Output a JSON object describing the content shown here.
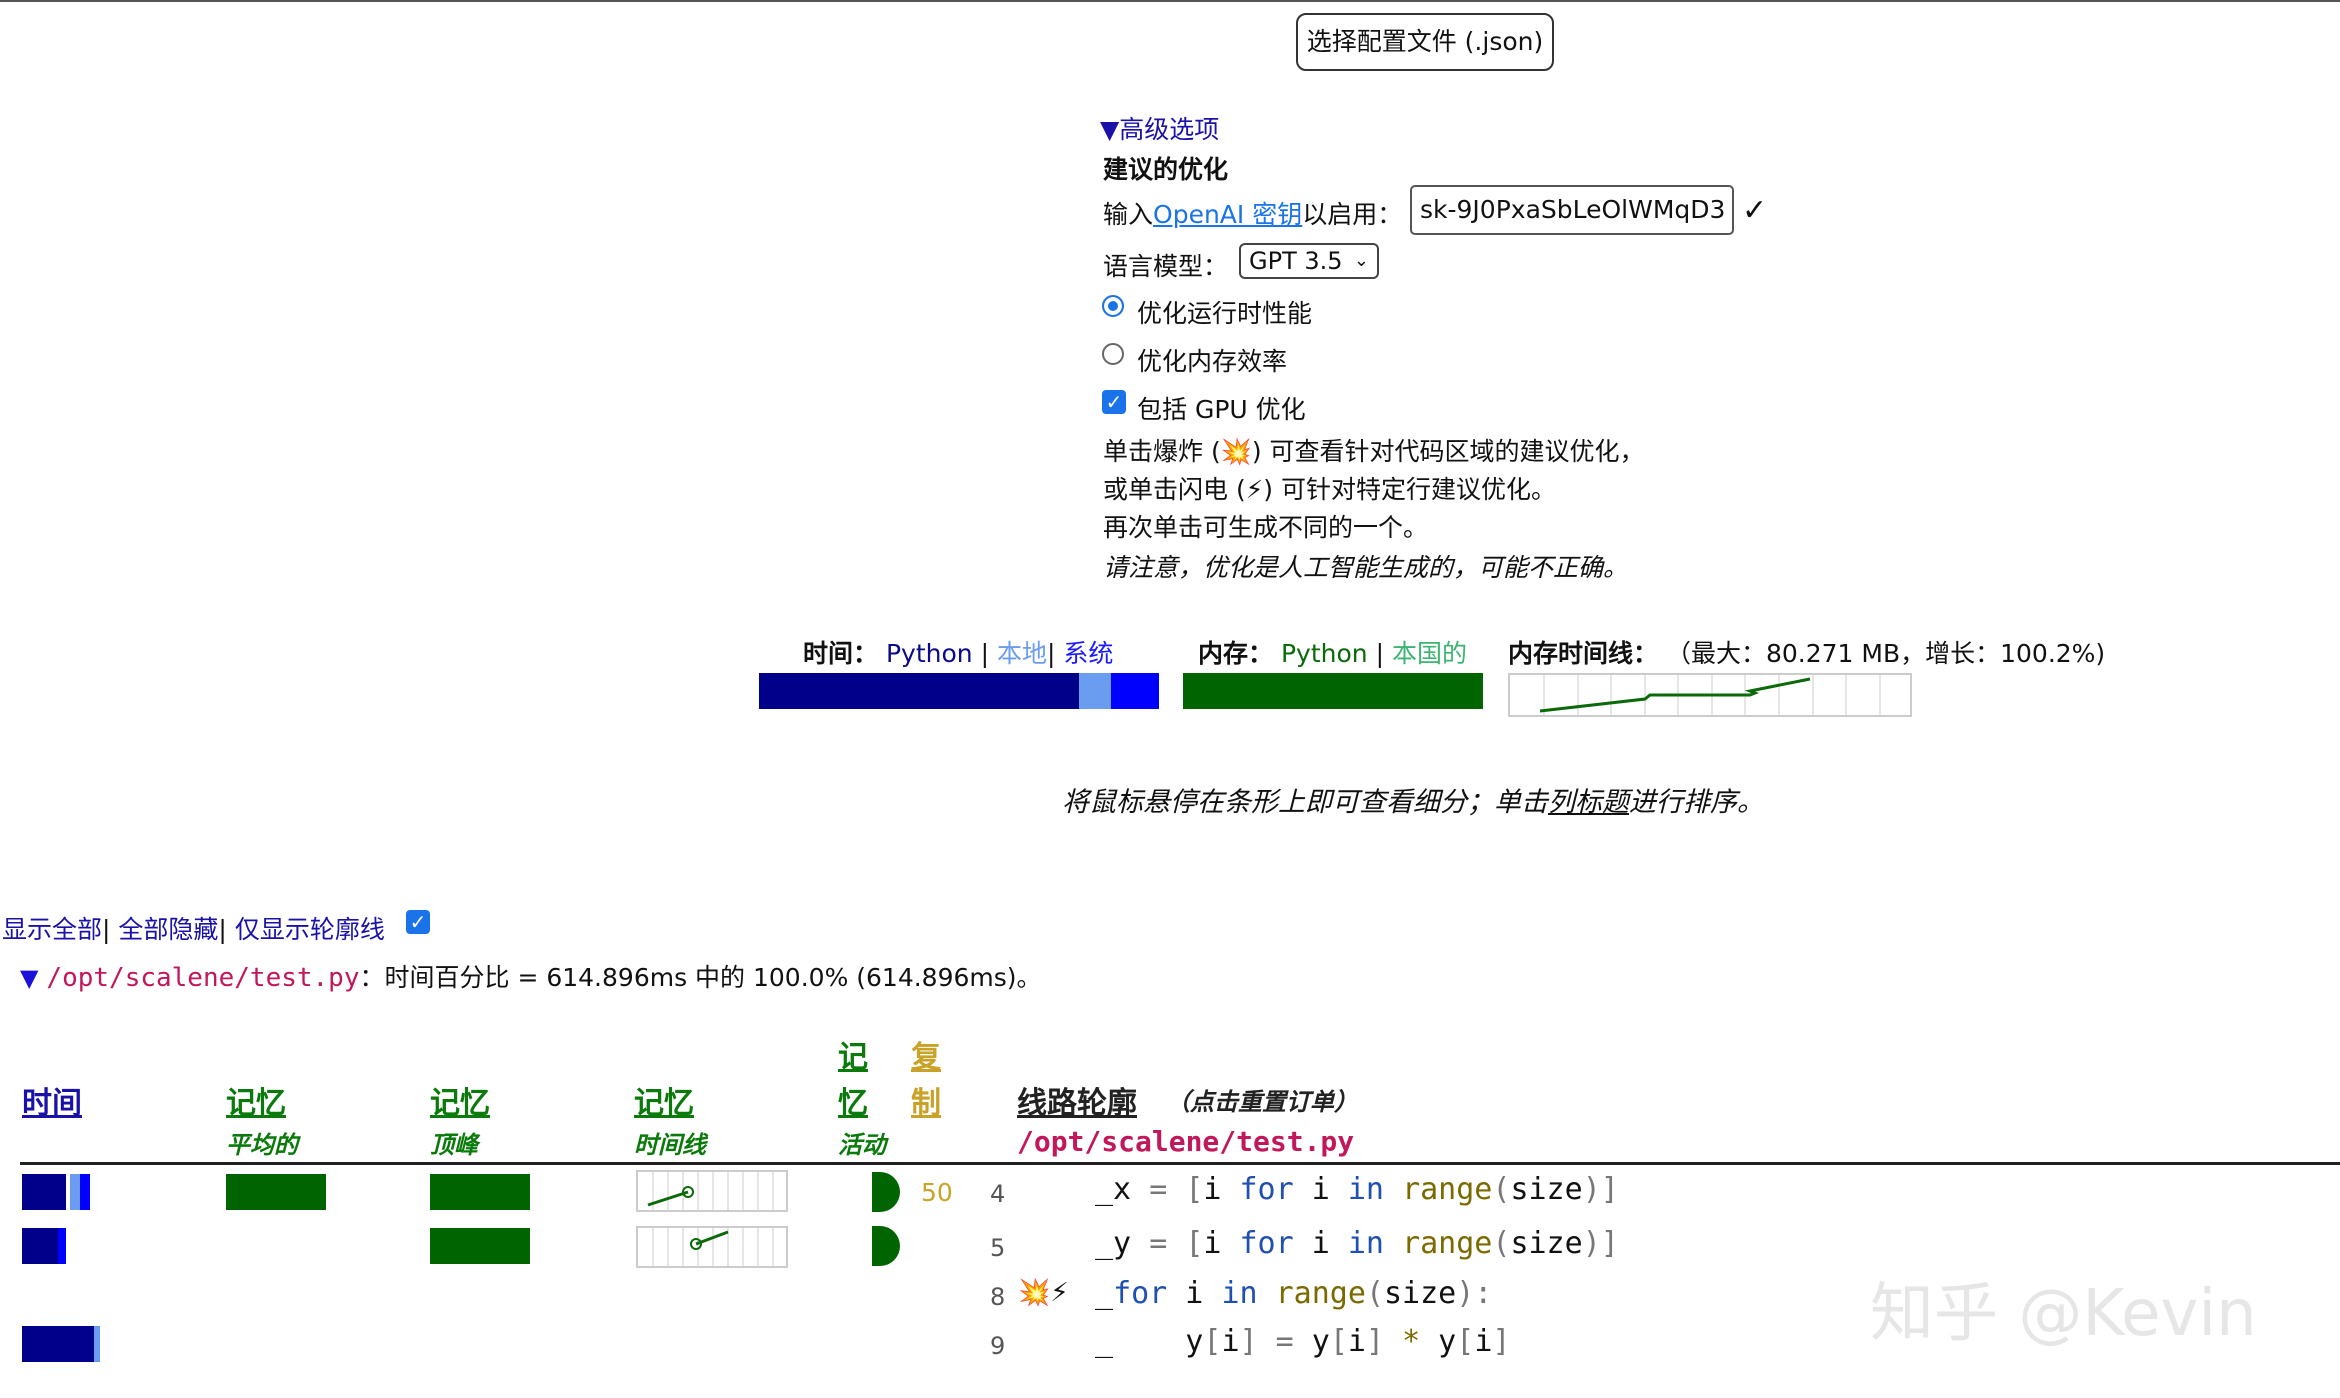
{
  "file_button": "选择配置文件 (.json)",
  "advanced": {
    "toggle_label": "▼高级选项",
    "suggest_title": "建议的优化",
    "api_prefix": "输入",
    "api_link": "OpenAI 密钥",
    "api_suffix": "以启用：",
    "api_key_value": "sk-9J0PxaSbLeOlWMqD3",
    "api_check": "✓",
    "model_label": "语言模型：",
    "model_value": "GPT 3.5",
    "radio_runtime": "优化运行时性能",
    "radio_memory": "优化内存效率",
    "gpu_label": "包括 GPU 优化",
    "help_line1": "单击爆炸 (💥) 可查看针对代码区域的建议优化，",
    "help_line2": "或单击闪电 (⚡) 可针对特定行建议优化。",
    "help_line3": "再次单击可生成不同的一个。",
    "help_line4": "请注意，优化是人工智能生成的，可能不正确。"
  },
  "summary": {
    "time_label": "时间：",
    "time_python": "Python",
    "sep": "|",
    "time_native": "本地",
    "time_system": "系统",
    "mem_label": "内存：",
    "mem_python": "Python",
    "mem_native": "本国的",
    "timeline_label": "内存时间线：",
    "timeline_stats": "（最大：80.271 MB，增长：100.2%)",
    "time_python_pct": 80,
    "time_native_pct": 8,
    "time_system_pct": 12
  },
  "hint": {
    "part1": "将鼠标悬停在条形上即可查看细分；单击",
    "link": "列标题",
    "part2": "进行排序。"
  },
  "controls": {
    "show_all": "显示全部",
    "hide_all": "全部隐藏",
    "profile_only": "仅显示轮廓线"
  },
  "file_summary": {
    "arrow": "▼",
    "path": "/opt/scalene/test.py",
    "text": "：时间百分比 = 614.896ms 中的 100.0% (614.896ms)。"
  },
  "table": {
    "h_time": "时间",
    "h_mem_avg": "记忆",
    "h_mem_avg_sub": "平均的",
    "h_mem_peak": "记忆",
    "h_mem_peak_sub": "顶峰",
    "h_mem_tl": "记忆",
    "h_mem_tl_sub": "时间线",
    "h_mem_act_1": "记",
    "h_mem_act_2": "忆",
    "h_mem_act_sub": "活动",
    "h_copy_1": "复",
    "h_copy_2": "制",
    "h_profile": "线路轮廓",
    "h_profile_note": "（点击重置订单）",
    "file_path": "/opt/scalene/test.py",
    "rows": [
      {
        "lineno": "4",
        "copy": "50"
      },
      {
        "lineno": "5",
        "copy": ""
      },
      {
        "lineno": "8",
        "icons": "💥⚡"
      },
      {
        "lineno": "9"
      }
    ]
  },
  "watermark": "知乎 @Kevin"
}
